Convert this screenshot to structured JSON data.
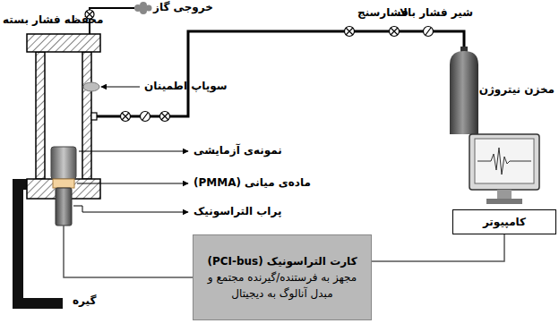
{
  "diagram": {
    "nodes": [
      {
        "text": [
          "کارت التراسونیک (PCI-bus)",
          "مجهز به فرستنده/گیرنده مجتمع و مبدل آنالوگ به دیجیتال"
        ]
      },
      {
        "text": [
          "کامپیوتر"
        ]
      }
    ],
    "edges": [
      {
        "from": 0,
        "to": 1,
        "arrow": "none"
      }
    ],
    "labels": [
      "محفظه فشار بسته",
      "خروجی گاز",
      "فشارسنج",
      "شیر فشار بالا",
      "مخزن نیتروژن",
      "سوپاپ اطمینان",
      "نمونه‌ی آزمایشی",
      "ماده‌ی میانی (PMMA)",
      "پراب التراسونیک",
      "گیره"
    ]
  }
}
